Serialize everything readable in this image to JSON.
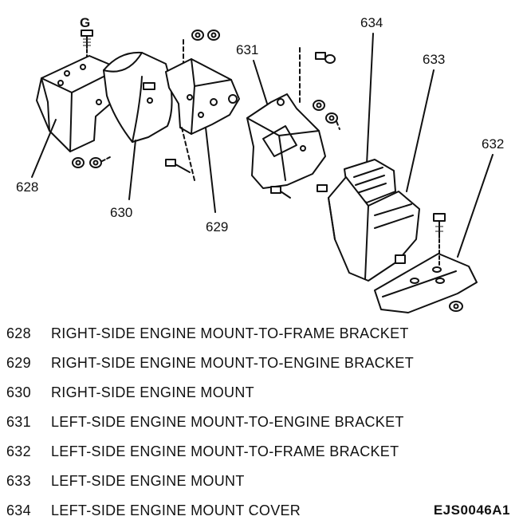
{
  "diagram": {
    "fastener_grade_label": "G",
    "callouts": {
      "c628": "628",
      "c629": "629",
      "c630": "630",
      "c631": "631",
      "c632": "632",
      "c633": "633",
      "c634": "634"
    }
  },
  "legend": [
    {
      "number": "628",
      "description": "RIGHT-SIDE ENGINE MOUNT-TO-FRAME BRACKET"
    },
    {
      "number": "629",
      "description": "RIGHT-SIDE ENGINE MOUNT-TO-ENGINE BRACKET"
    },
    {
      "number": "630",
      "description": "RIGHT-SIDE ENGINE MOUNT"
    },
    {
      "number": "631",
      "description": "LEFT-SIDE ENGINE MOUNT-TO-ENGINE BRACKET"
    },
    {
      "number": "632",
      "description": "LEFT-SIDE ENGINE MOUNT-TO-FRAME BRACKET"
    },
    {
      "number": "633",
      "description": "LEFT-SIDE ENGINE MOUNT"
    },
    {
      "number": "634",
      "description": "LEFT-SIDE ENGINE MOUNT COVER"
    }
  ],
  "figure_code": "EJS0046A1"
}
